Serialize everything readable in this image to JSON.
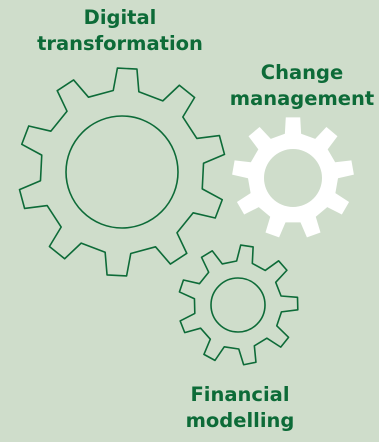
{
  "labels": {
    "digital": {
      "line1": "Digital",
      "line2": "transformation"
    },
    "change": {
      "line1": "Change",
      "line2": "management"
    },
    "financial": {
      "line1": "Financial",
      "line2": "modelling"
    }
  },
  "colors": {
    "background": "#cfddcb",
    "accent_green": "#0d6b38",
    "white": "#ffffff"
  },
  "icons": [
    "large-outline-gear-icon",
    "solid-white-gear-icon",
    "small-outline-gear-icon"
  ]
}
